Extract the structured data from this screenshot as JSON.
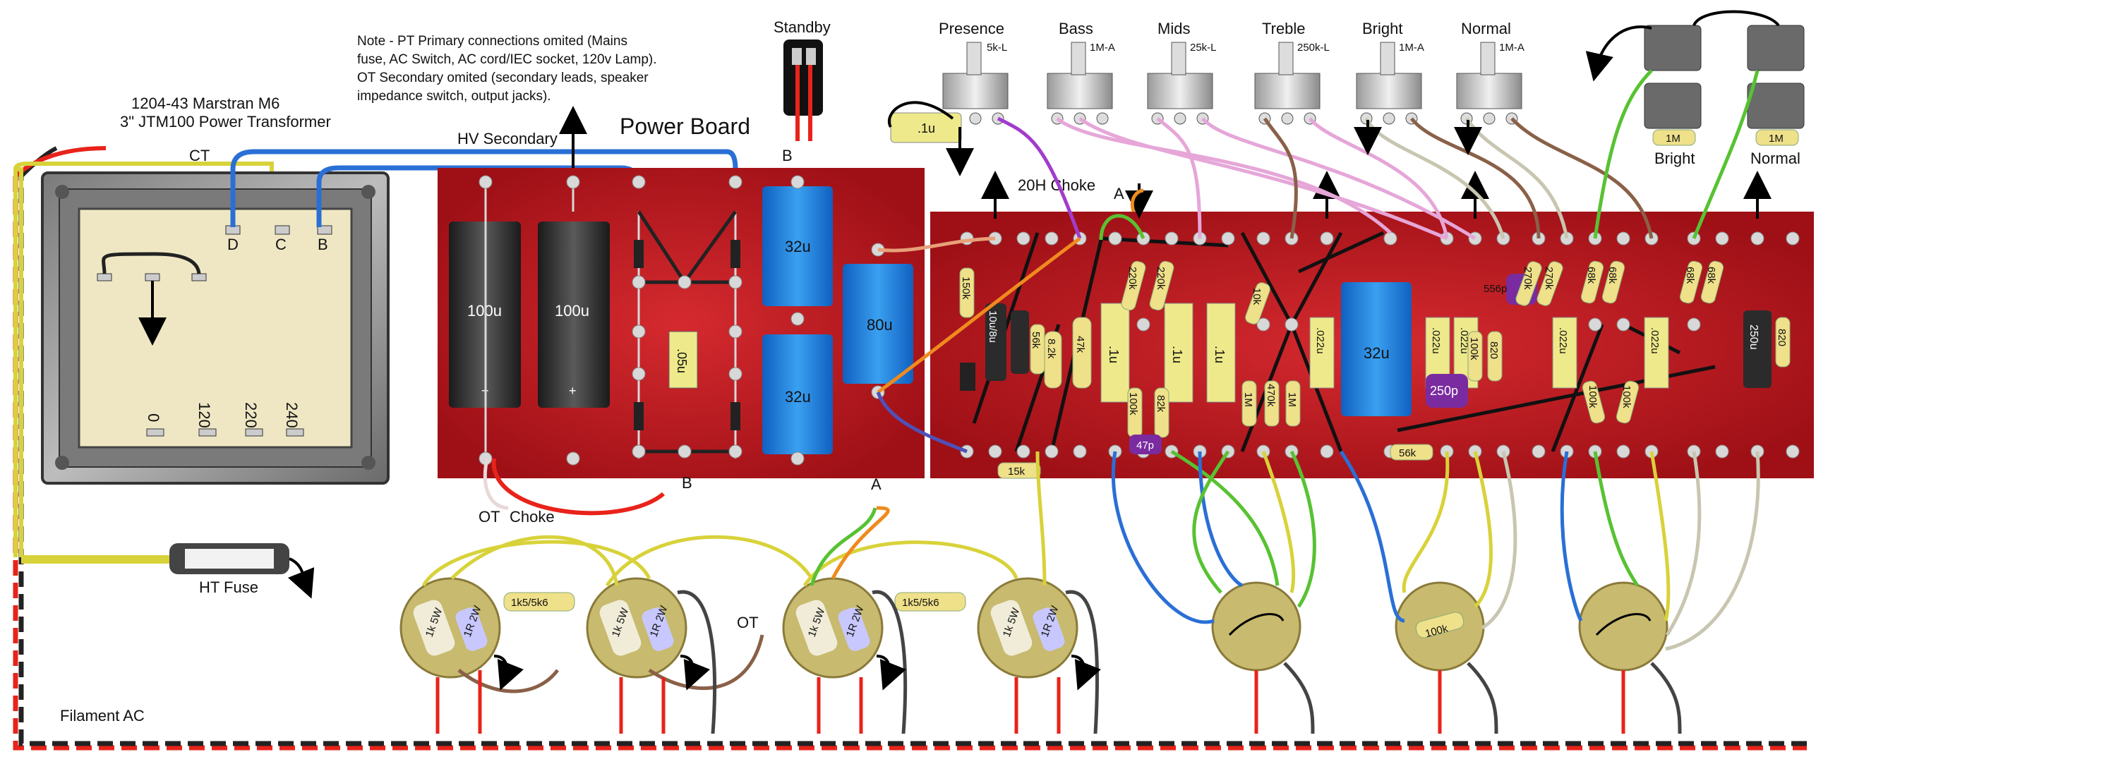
{
  "note": [
    "Note  -  PT Primary connections omited (Mains",
    "fuse, AC Switch, AC cord/IEC socket,  120v Lamp).",
    "OT Secondary omited (secondary leads, speaker",
    "impedance switch, output jacks)."
  ],
  "transformer": {
    "title1": "1204-43 Marstran M6",
    "title2": "3\" JTM100 Power Transformer",
    "ct": "CT",
    "taps": [
      "D",
      "C",
      "B"
    ],
    "primary": [
      "0",
      "120",
      "220",
      "240"
    ]
  },
  "labels": {
    "hv_secondary": "HV Secondary",
    "power_board": "Power Board",
    "standby": "Standby",
    "choke_20h": "20H Choke",
    "ot_left": "OT",
    "choke": "Choke",
    "ot_mid": "OT",
    "ht_fuse": "HT Fuse",
    "filament": "Filament AC",
    "conn_b_top": "B",
    "conn_b_bottom": "B",
    "conn_a_top": "A",
    "conn_a_bottom": "A"
  },
  "pots": [
    {
      "name": "Presence",
      "value": "5k-L"
    },
    {
      "name": "Bass",
      "value": "1M-A"
    },
    {
      "name": "Mids",
      "value": "25k-L"
    },
    {
      "name": "Treble",
      "value": "250k-L"
    },
    {
      "name": "Bright",
      "value": "1M-A"
    },
    {
      "name": "Normal",
      "value": "1M-A"
    }
  ],
  "jacks": [
    {
      "name": "Bright",
      "value": "1M"
    },
    {
      "name": "Normal",
      "value": "1M"
    }
  ],
  "power_board": {
    "caps": [
      "100u",
      "100u",
      "32u",
      "32u",
      "80u"
    ],
    "resistor": ".05u"
  },
  "components": {
    "presence_cap": ".1u",
    "r150k": "150k",
    "cap_10u": "10u/8u",
    "r56k_a": "56k",
    "r82k_a": "8.2k",
    "r47k": "47k",
    "cap_1u_a": ".1u",
    "r220k_a": "220k",
    "r220k_b": "220k",
    "cap_1u_b": ".1u",
    "cap_1u_c": ".1u",
    "r100k_a": "100k",
    "r82k_b": "82k",
    "cap_47p": "47p",
    "r10k": "10k",
    "r1m_a": "1M",
    "r470k": "470k",
    "r1m_b": "1M",
    "cap_022_a": ".022u",
    "cap_32u": "32u",
    "cap_022_b": ".022u",
    "cap_022_c": ".022u",
    "cap_250p": "250p",
    "r56k_b": "56k",
    "r100k_b": "100k",
    "r820_a": "820",
    "cap_556p": "556p",
    "r270k_a": "270k",
    "r270k_b": "270k",
    "cap_022_d": ".022u",
    "r68k_a": "68k",
    "r68k_b": "68k",
    "r100k_c": "100k",
    "r100k_d": "100k",
    "cap_022_e": ".022u",
    "r68k_c": "68k",
    "r68k_d": "68k",
    "cap_250u": "250u",
    "r820_b": "820",
    "r15k": "15k"
  },
  "power_tubes": [
    {
      "r1": "1k 5W",
      "r2": "1R 2W"
    },
    {
      "r1": "1k 5W",
      "r2": "1R 2W"
    },
    {
      "r1": "1k 5W",
      "r2": "1R 2W"
    },
    {
      "r1": "1k 5W",
      "r2": "1R 2W"
    }
  ],
  "screen_resistors": [
    "1k5/5k6",
    "1k5/5k6"
  ],
  "preamp_tubes": [
    {
      "label": ""
    },
    {
      "label": "100k"
    },
    {
      "label": ""
    }
  ],
  "colors": {
    "board": "#b1141c",
    "board_dark": "#7e0a10",
    "wire_red": "#e8231a",
    "wire_yellow": "#d8d23a",
    "wire_blue": "#2a6fd6",
    "wire_green": "#58c232",
    "wire_pink": "#e6a6d8",
    "wire_brown": "#8a6048",
    "wire_grey": "#c8c6b0",
    "wire_black": "#222222",
    "wire_orange": "#f08a1e",
    "wire_purple": "#a23ccc",
    "cap_blue": "#1e7ad6",
    "resistor": "#efe08a",
    "cap_yellow": "#eee98a"
  }
}
